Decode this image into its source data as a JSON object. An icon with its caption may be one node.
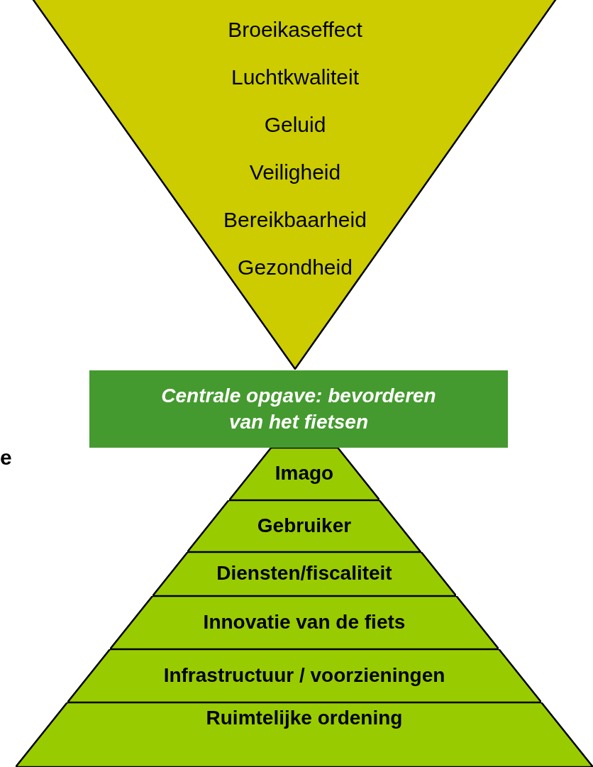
{
  "diagram": {
    "nodes": [
      {
        "text": [
          "Broeikaseffect",
          "Luchtkwaliteit",
          "Geluid",
          "Veiligheid",
          "Bereikbaarheid",
          "Gezondheid"
        ]
      },
      {
        "text": [
          "Centrale opgave: bevorderen van het fietsen"
        ]
      },
      {
        "text": [
          "Imago"
        ]
      },
      {
        "text": [
          "Gebruiker"
        ]
      },
      {
        "text": [
          "Diensten/fiscaliteit"
        ]
      },
      {
        "text": [
          "Innovatie van de fiets"
        ]
      },
      {
        "text": [
          "Infrastructuur / voorzieningen"
        ]
      },
      {
        "text": [
          "Ruimtelijke ordening"
        ]
      }
    ],
    "labels": [
      "e"
    ]
  }
}
